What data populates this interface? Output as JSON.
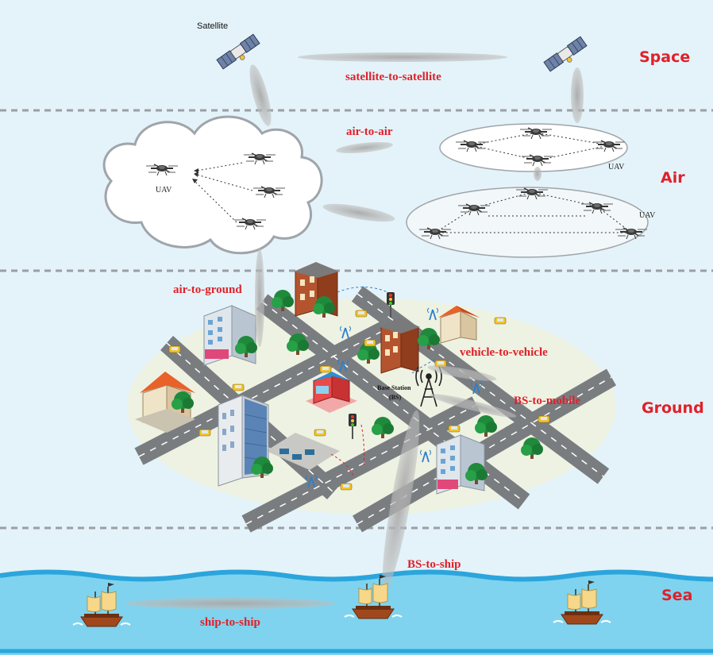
{
  "layers": {
    "space": "Space",
    "air": "Air",
    "ground": "Ground",
    "sea": "Sea"
  },
  "links": {
    "satellite_to_satellite": "satellite-to-satellite",
    "air_to_air": "air-to-air",
    "air_to_ground": "air-to-ground",
    "vehicle_to_vehicle": "vehicle-to-vehicle",
    "bs_to_mobile": "BS-to-mobile",
    "bs_to_ship": "BS-to-ship",
    "ship_to_ship": "ship-to-ship"
  },
  "nodes": {
    "satellite": "Satellite",
    "uav_cloud": "UAV",
    "uav_swarm_top": "UAV",
    "uav_swarm_bottom": "UAV",
    "base_station": "Base Station",
    "base_station_abbr": "(BS)"
  },
  "colors": {
    "sky": "#e3f2f8",
    "sea": "#7fd3ee",
    "layer_label": "#e0202a",
    "ground_disc": "#eef2e2",
    "road": "#7a7d80"
  }
}
